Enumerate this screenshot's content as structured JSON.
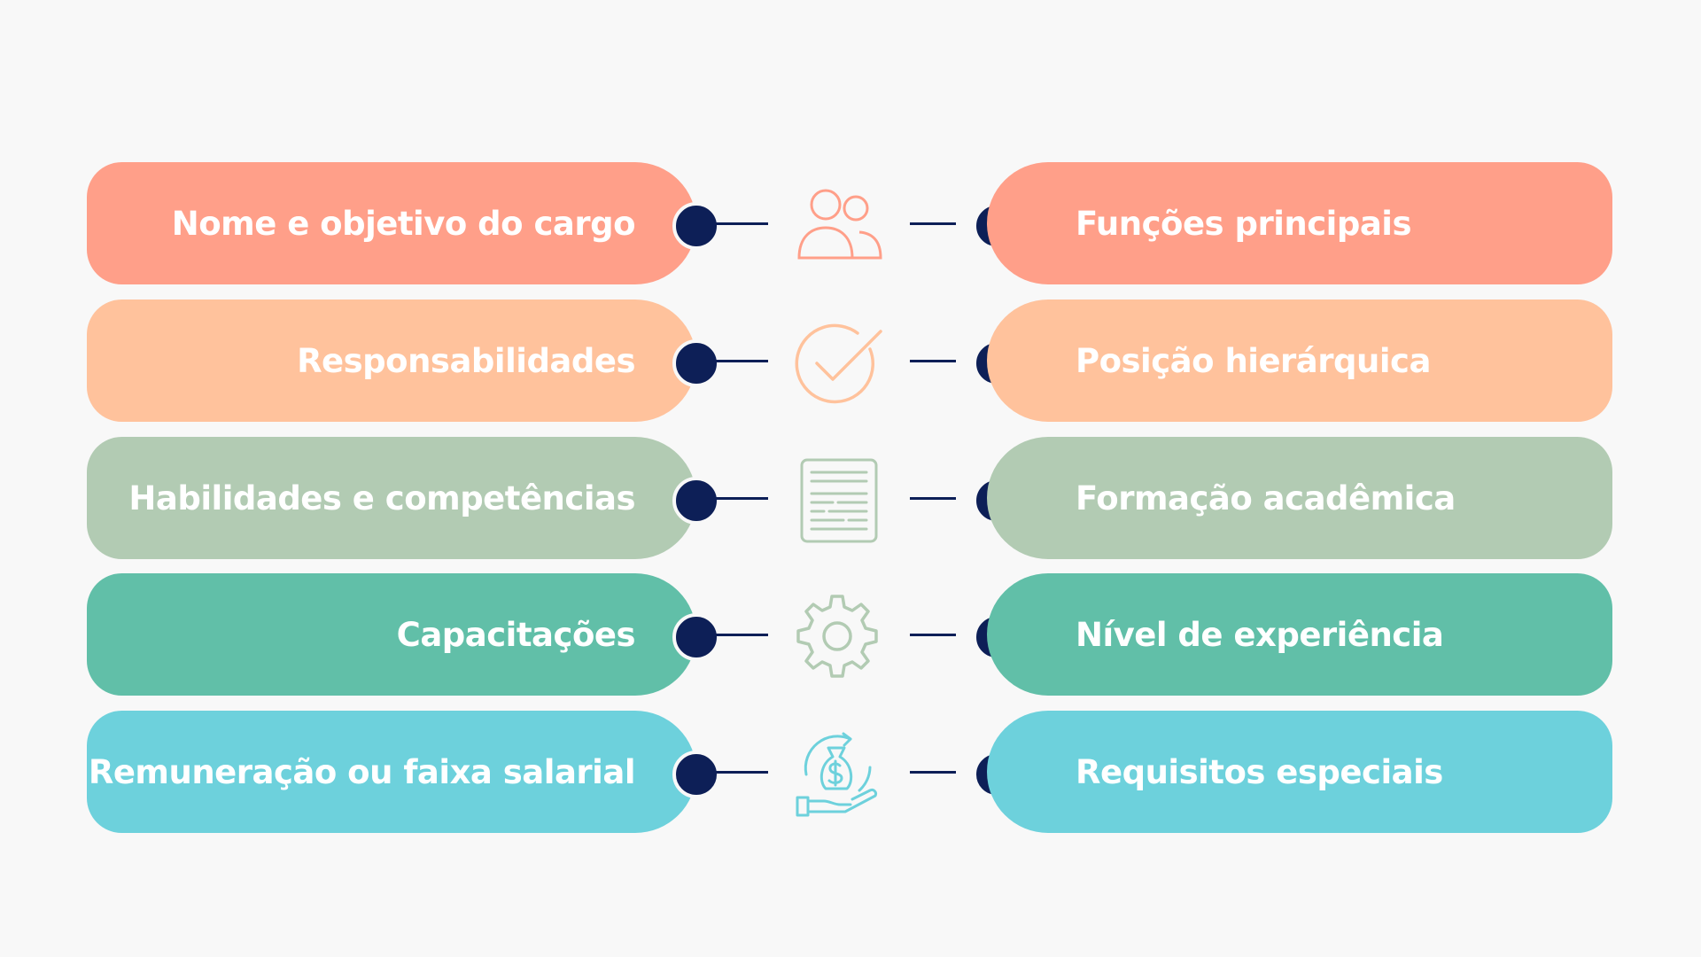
{
  "rows": [
    {
      "left_label": "Nome e objetivo do cargo",
      "right_label": "Funções principais",
      "color": "#ff9f89",
      "icon": "people-icon"
    },
    {
      "left_label": "Responsabilidades",
      "right_label": "Posição hierárquica",
      "color": "#ffc29c",
      "icon": "check-circle-icon"
    },
    {
      "left_label": "Habilidades e competências",
      "right_label": "Formação acadêmica",
      "color": "#b2cbb3",
      "icon": "document-icon"
    },
    {
      "left_label": "Capacitações",
      "right_label": "Nível de experiência",
      "color": "#61bfa8",
      "icon": "gear-icon"
    },
    {
      "left_label": "Remuneração ou faixa salarial",
      "right_label": "Requisitos especiais",
      "color": "#6dd1dc",
      "icon": "money-hand-icon"
    }
  ],
  "colors": {
    "node": "#0d1f57",
    "background": "#f8f8f8"
  }
}
